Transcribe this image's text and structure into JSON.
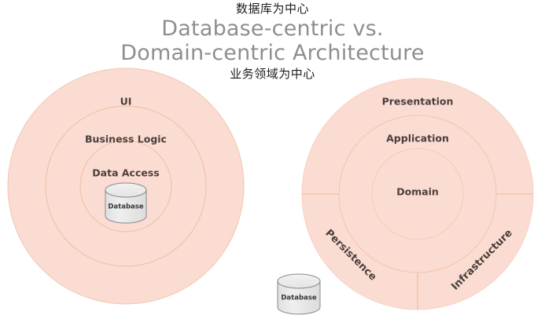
{
  "header": {
    "cn_top": "数据库为中心",
    "title_line1": "Database-centric vs.",
    "title_line2": "Domain-centric Architecture",
    "cn_bottom": "业务领域为中心"
  },
  "colors": {
    "ring_fill": "#fbdcd2",
    "ring_stroke": "#f3c4ad",
    "label_text": "#4a3f3c",
    "title_text": "#8e8e8e",
    "cn_text": "#1d1d1d",
    "cylinder_fill": "#e8e8e8",
    "cylinder_stroke": "#808080",
    "background": "#ffffff"
  },
  "left_diagram": {
    "name": "database-centric-architecture",
    "rings": [
      {
        "id": "ui",
        "label": "UI"
      },
      {
        "id": "business-logic",
        "label": "Business Logic"
      },
      {
        "id": "data-access",
        "label": "Data Access"
      }
    ],
    "cylinder": {
      "label": "Database"
    }
  },
  "right_diagram": {
    "name": "domain-centric-architecture",
    "rings": [
      {
        "id": "presentation",
        "label": "Presentation"
      },
      {
        "id": "application",
        "label": "Application"
      },
      {
        "id": "domain",
        "label": "Domain"
      }
    ],
    "sectors": [
      {
        "id": "persistence",
        "label": "Persistence"
      },
      {
        "id": "infrastructure",
        "label": "Infrastructure"
      }
    ]
  },
  "external_cylinder": {
    "label": "Database"
  }
}
